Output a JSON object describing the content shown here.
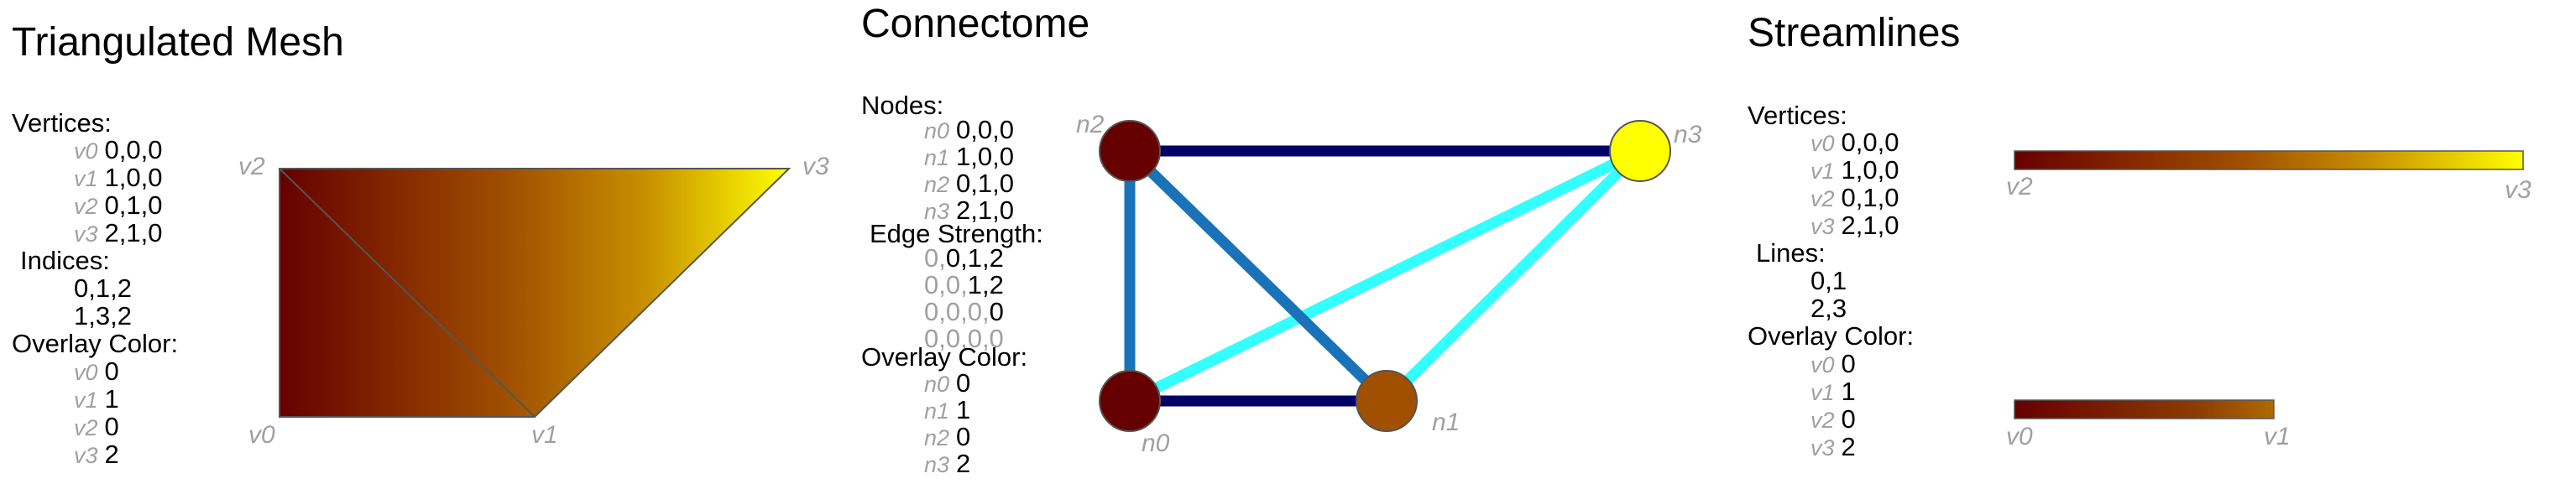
{
  "colors": {
    "ramp": [
      "#660000",
      "#a05000",
      "#c89000",
      "#ffff00"
    ],
    "edge_dark": "#000066",
    "edge_mid": "#1a73b8",
    "edge_light": "#33ffff",
    "muted_text": "#a0a0a0",
    "mesh_edge": "#555555"
  },
  "mesh": {
    "title": "Triangulated Mesh",
    "vertices_label": "Vertices:",
    "vertices": [
      {
        "key": "v0",
        "value": "0,0,0"
      },
      {
        "key": "v1",
        "value": "1,0,0"
      },
      {
        "key": "v2",
        "value": "0,1,0"
      },
      {
        "key": "v3",
        "value": "2,1,0"
      }
    ],
    "indices_label": "Indices:",
    "indices": [
      "0,1,2",
      "1,3,2"
    ],
    "overlay_label": "Overlay Color:",
    "overlay": [
      {
        "key": "v0",
        "value": "0"
      },
      {
        "key": "v1",
        "value": "1"
      },
      {
        "key": "v2",
        "value": "0"
      },
      {
        "key": "v3",
        "value": "2"
      }
    ],
    "vertex_labels": {
      "v0": "v0",
      "v1": "v1",
      "v2": "v2",
      "v3": "v3"
    }
  },
  "connectome": {
    "title": "Connectome",
    "nodes_label": "Nodes:",
    "nodes": [
      {
        "key": "n0",
        "value": "0,0,0",
        "color_index": 0
      },
      {
        "key": "n1",
        "value": "1,0,0",
        "color_index": 1
      },
      {
        "key": "n2",
        "value": "0,1,0",
        "color_index": 0
      },
      {
        "key": "n3",
        "value": "2,1,0",
        "color_index": 2
      }
    ],
    "edge_label": "Edge Strength:",
    "edge_rows": [
      {
        "dim": "0,",
        "val": "0,1,2"
      },
      {
        "dim": "0,0,",
        "val": "1,2"
      },
      {
        "dim": "0,0,0,",
        "val": "0"
      },
      {
        "dim": "0,0,0,0",
        "val": ""
      }
    ],
    "overlay_label": "Overlay Color:",
    "overlay": [
      {
        "key": "n0",
        "value": "0"
      },
      {
        "key": "n1",
        "value": "1"
      },
      {
        "key": "n2",
        "value": "0"
      },
      {
        "key": "n3",
        "value": "2"
      }
    ],
    "edges": [
      {
        "from": "n0",
        "to": "n1",
        "strength": 0
      },
      {
        "from": "n0",
        "to": "n2",
        "strength": 1
      },
      {
        "from": "n0",
        "to": "n3",
        "strength": 2
      },
      {
        "from": "n1",
        "to": "n2",
        "strength": 1
      },
      {
        "from": "n1",
        "to": "n3",
        "strength": 2
      },
      {
        "from": "n2",
        "to": "n3",
        "strength": 0
      }
    ]
  },
  "streamlines": {
    "title": "Streamlines",
    "vertices_label": "Vertices:",
    "vertices": [
      {
        "key": "v0",
        "value": "0,0,0"
      },
      {
        "key": "v1",
        "value": "1,0,0"
      },
      {
        "key": "v2",
        "value": "0,1,0"
      },
      {
        "key": "v3",
        "value": "2,1,0"
      }
    ],
    "lines_label": "Lines:",
    "lines": [
      "0,1",
      "2,3"
    ],
    "overlay_label": "Overlay Color:",
    "overlay": [
      {
        "key": "v0",
        "value": "0"
      },
      {
        "key": "v1",
        "value": "1"
      },
      {
        "key": "v2",
        "value": "0"
      },
      {
        "key": "v3",
        "value": "2"
      }
    ],
    "bar_labels": {
      "v2": "v2",
      "v3": "v3",
      "v0": "v0",
      "v1": "v1"
    }
  }
}
